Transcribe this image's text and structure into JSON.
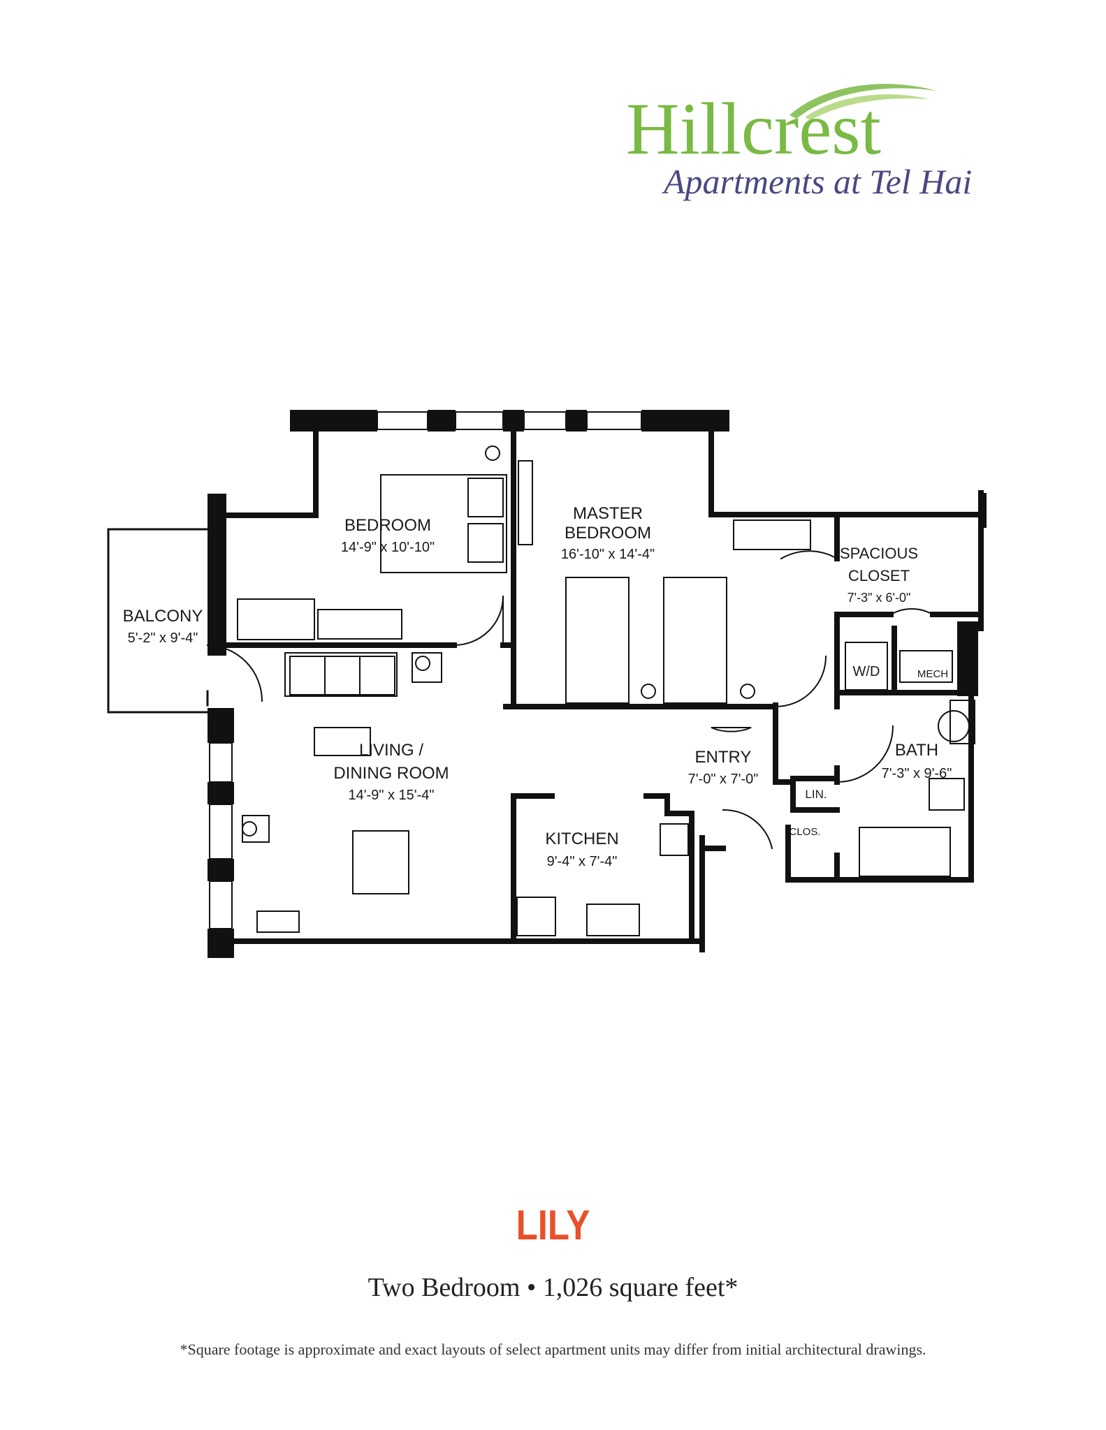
{
  "brand": {
    "name": "Hillcrest",
    "subtitle": "Apartments at Tel Hai",
    "colors": {
      "name": "#7ab944",
      "subtitle": "#4a4880",
      "swoosh": "#7ab944"
    }
  },
  "floorplan": {
    "rooms": [
      {
        "id": "bedroom",
        "name": "BEDROOM",
        "size": "14'-9\" x 10'-10\""
      },
      {
        "id": "master",
        "name_line1": "MASTER",
        "name_line2": "BEDROOM",
        "size": "16'-10\" x 14'-4\""
      },
      {
        "id": "closet",
        "name_line1": "SPACIOUS",
        "name_line2": "CLOSET",
        "size": "7'-3\" x 6'-0\""
      },
      {
        "id": "balcony",
        "name": "BALCONY",
        "size": "5'-2\" x 9'-4\""
      },
      {
        "id": "living",
        "name_line1": "LIVING /",
        "name_line2": "DINING ROOM",
        "size": "14'-9\" x 15'-4\""
      },
      {
        "id": "entry",
        "name": "ENTRY",
        "size": "7'-0\" x 7'-0\""
      },
      {
        "id": "bath",
        "name": "BATH",
        "size": "7'-3\" x 9'-6\""
      },
      {
        "id": "kitchen",
        "name": "KITCHEN",
        "size": "9'-4\" x 7'-4\""
      }
    ],
    "small_labels": {
      "wd": "W/D",
      "mech": "MECH",
      "lin": "LIN.",
      "clos": "CLOS."
    }
  },
  "unit": {
    "name": "LILY",
    "description": "Two Bedroom  •  1,026 square feet*",
    "name_color": "#e8502a"
  },
  "footnote": "*Square footage is approximate and exact layouts of select apartment units may differ from initial architectural drawings."
}
